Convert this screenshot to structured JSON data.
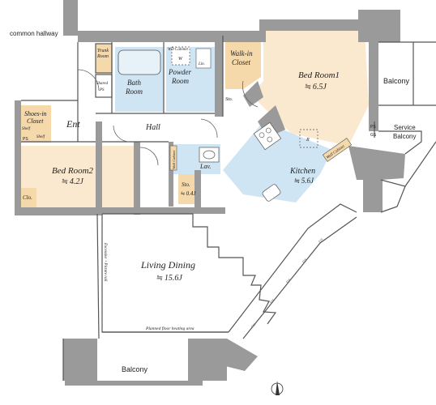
{
  "rooms": {
    "common_hallway": "common hallway",
    "trunk_room_1": "Trunk",
    "trunk_room_2": "Room",
    "shared_ps_1": "Shared",
    "shared_ps_2": "PS",
    "bath_1": "Bath",
    "bath_2": "Room",
    "powder_1": "Powder",
    "powder_2": "Room",
    "wd_cabinet": "WD Cabinet",
    "w_mark": "W",
    "lin": "Lin.",
    "walkin_1": "Walk-in",
    "walkin_2": "Closet",
    "sto_small": "Sto.",
    "bed1": "Bed Room1",
    "bed1_size": "≒ 6.5J",
    "balcony_right": "Balcony",
    "service_1": "Service",
    "service_2": "Balcony",
    "ps_gs_1": "PS",
    "ps_gs_2": "GS",
    "shoes_1": "Shoes-in",
    "shoes_2": "Closet",
    "shelf_1": "Shelf",
    "shelf_2": "Shelf",
    "ps_small": "PS",
    "ent": "Ent",
    "hall": "Hall",
    "bed2": "Bed Room2",
    "bed2_size": "≒ 4.2J",
    "clo": "Clo.",
    "wall_cabinet_left": "Wall Cabinet",
    "lav": "Lav.",
    "sto2": "Sto.",
    "sto2_size": "≒ 0.4J",
    "r_mark": "R",
    "kitchen": "Kitchen",
    "kitchen_size": "≒ 5.6J",
    "wall_cabinet_right": "Wall Cabinet",
    "living": "Living Dining",
    "living_size": "≒ 15.6J",
    "rail": "Excessive・Picture rail",
    "heating": "Planned floor heating area",
    "balcony_bottom": "Balcony",
    "fix_label": "FIX"
  },
  "colors": {
    "wall": "#9a9a9a",
    "room_tan": "#fbe9cf",
    "closet_tan": "#f6d9ab",
    "wet_blue": "#cfe5f3",
    "line": "#555555"
  },
  "icons": [
    "north-arrow-icon",
    "door-swing-icon",
    "bathtub-icon",
    "stove-icon",
    "sink-icon"
  ]
}
